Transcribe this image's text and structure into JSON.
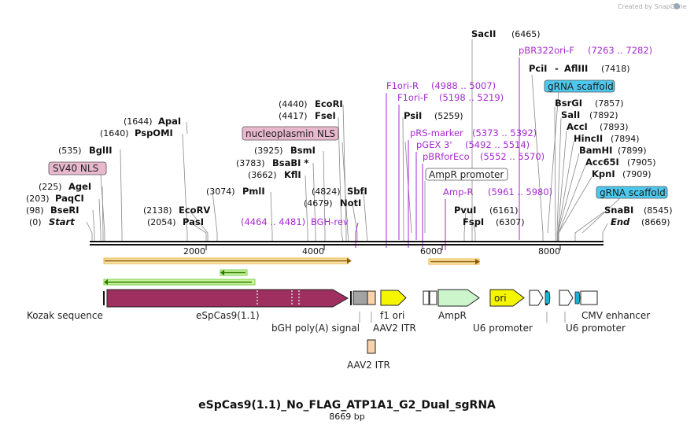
{
  "credit": "Created by SnapGene",
  "title": "eSpCas9(1.1)_No_FLAG_ATP1A1_G2_Dual_sgRNA",
  "subtitle": "8669 bp",
  "ruler": [
    "2000",
    "4000",
    "6000",
    "8000"
  ],
  "sites": {
    "start": {
      "pos": "(0)",
      "name": "Start"
    },
    "bseri": {
      "pos": "(98)",
      "name": "BseRI"
    },
    "paqci": {
      "pos": "(203)",
      "name": "PaqCI"
    },
    "agei": {
      "pos": "(225)",
      "name": "AgeI"
    },
    "bglii": {
      "pos": "(535)",
      "name": "BglII"
    },
    "pasi": {
      "pos": "(2054)",
      "name": "PasI"
    },
    "ecorv": {
      "pos": "(2138)",
      "name": "EcoRV"
    },
    "psp": {
      "pos": "(1640)",
      "name": "PspOMI"
    },
    "apai": {
      "pos": "(1644)",
      "name": "ApaI"
    },
    "pmli": {
      "pos": "(3074)",
      "name": "PmlI"
    },
    "kfli": {
      "pos": "(3662)",
      "name": "KflI"
    },
    "bsabi": {
      "pos": "(3783)",
      "name": "BsaBI *"
    },
    "bsmi": {
      "pos": "(3925)",
      "name": "BsmI"
    },
    "fsei": {
      "pos": "(4417)",
      "name": "FseI"
    },
    "ecori": {
      "pos": "(4440)",
      "name": "EcoRI"
    },
    "noti": {
      "pos": "(4679)",
      "name": "NotI"
    },
    "sbfi": {
      "pos": "(4824)",
      "name": "SbfI"
    },
    "psii": {
      "name": "PsiI",
      "pos": "(5259)"
    },
    "sacii": {
      "name": "SacII",
      "pos": "(6465)"
    },
    "pvui": {
      "name": "PvuI",
      "pos": "(6161)"
    },
    "fspi": {
      "name": "FspI",
      "pos": "(6307)"
    },
    "pcii": {
      "name": "PciI",
      "dash": "-",
      "name2": "AflIII",
      "pos": "(7418)"
    },
    "bsrgi": {
      "name": "BsrGI",
      "pos": "(7857)"
    },
    "sali": {
      "name": "SalI",
      "pos": "(7892)"
    },
    "acci": {
      "name": "AccI",
      "pos": "(7893)"
    },
    "hincii": {
      "name": "HincII",
      "pos": "(7894)"
    },
    "bamhi": {
      "name": "BamHI",
      "pos": "(7899)"
    },
    "acc65i": {
      "name": "Acc65I",
      "pos": "(7905)"
    },
    "kpni": {
      "name": "KpnI",
      "pos": "(7909)"
    },
    "snabi": {
      "name": "SnaBI",
      "pos": "(8545)"
    },
    "end": {
      "name": "End",
      "pos": "(8669)"
    }
  },
  "primers": {
    "bgh": {
      "range": "(4464 .. 4481)",
      "name": "BGH-rev"
    },
    "f1r": {
      "name": "F1ori-R",
      "range": "(4988 .. 5007)"
    },
    "f1f": {
      "name": "F1ori-F",
      "range": "(5198 .. 5219)"
    },
    "prs": {
      "name": "pRS-marker",
      "range": "(5373 .. 5392)"
    },
    "pgex": {
      "name": "pGEX 3'",
      "range": "(5492 .. 5514)"
    },
    "pbr": {
      "name": "pBRforEco",
      "range": "(5552 .. 5570)"
    },
    "ampr": {
      "name": "Amp-R",
      "range": "(5961 .. 5980)"
    },
    "pbr322": {
      "name": "pBR322ori-F",
      "range": "(7263 .. 7282)"
    }
  },
  "boxed": {
    "sv40": "SV40 NLS",
    "nucleo": "nucleoplasmin NLS",
    "amprpromo": "AmpR promoter",
    "grna1": "gRNA scaffold",
    "grna2": "gRNA scaffold"
  },
  "features": {
    "kozak": "Kozak sequence",
    "cas9": "eSpCas9(1.1)",
    "bgh": "bGH poly(A) signal",
    "f1": "f1 ori",
    "aav1": "AAV2 ITR",
    "aav2": "AAV2 ITR",
    "ampr": "AmpR",
    "ori": "ori",
    "u6a": "U6 promoter",
    "u6b": "U6 promoter",
    "cmv": "CMV enhancer"
  },
  "colors": {
    "primer": "#a52ad0",
    "cas9": "#9e2f5e",
    "nls": "#e8b8cc",
    "grna": "#4dc8ee",
    "ampr": "#ccf5cc",
    "ori": "#f5f500",
    "aav": "#f8d2aa",
    "bgh": "#a3a3a3",
    "orf_orange": "#f0b000",
    "orf_green": "#2f8a00"
  }
}
